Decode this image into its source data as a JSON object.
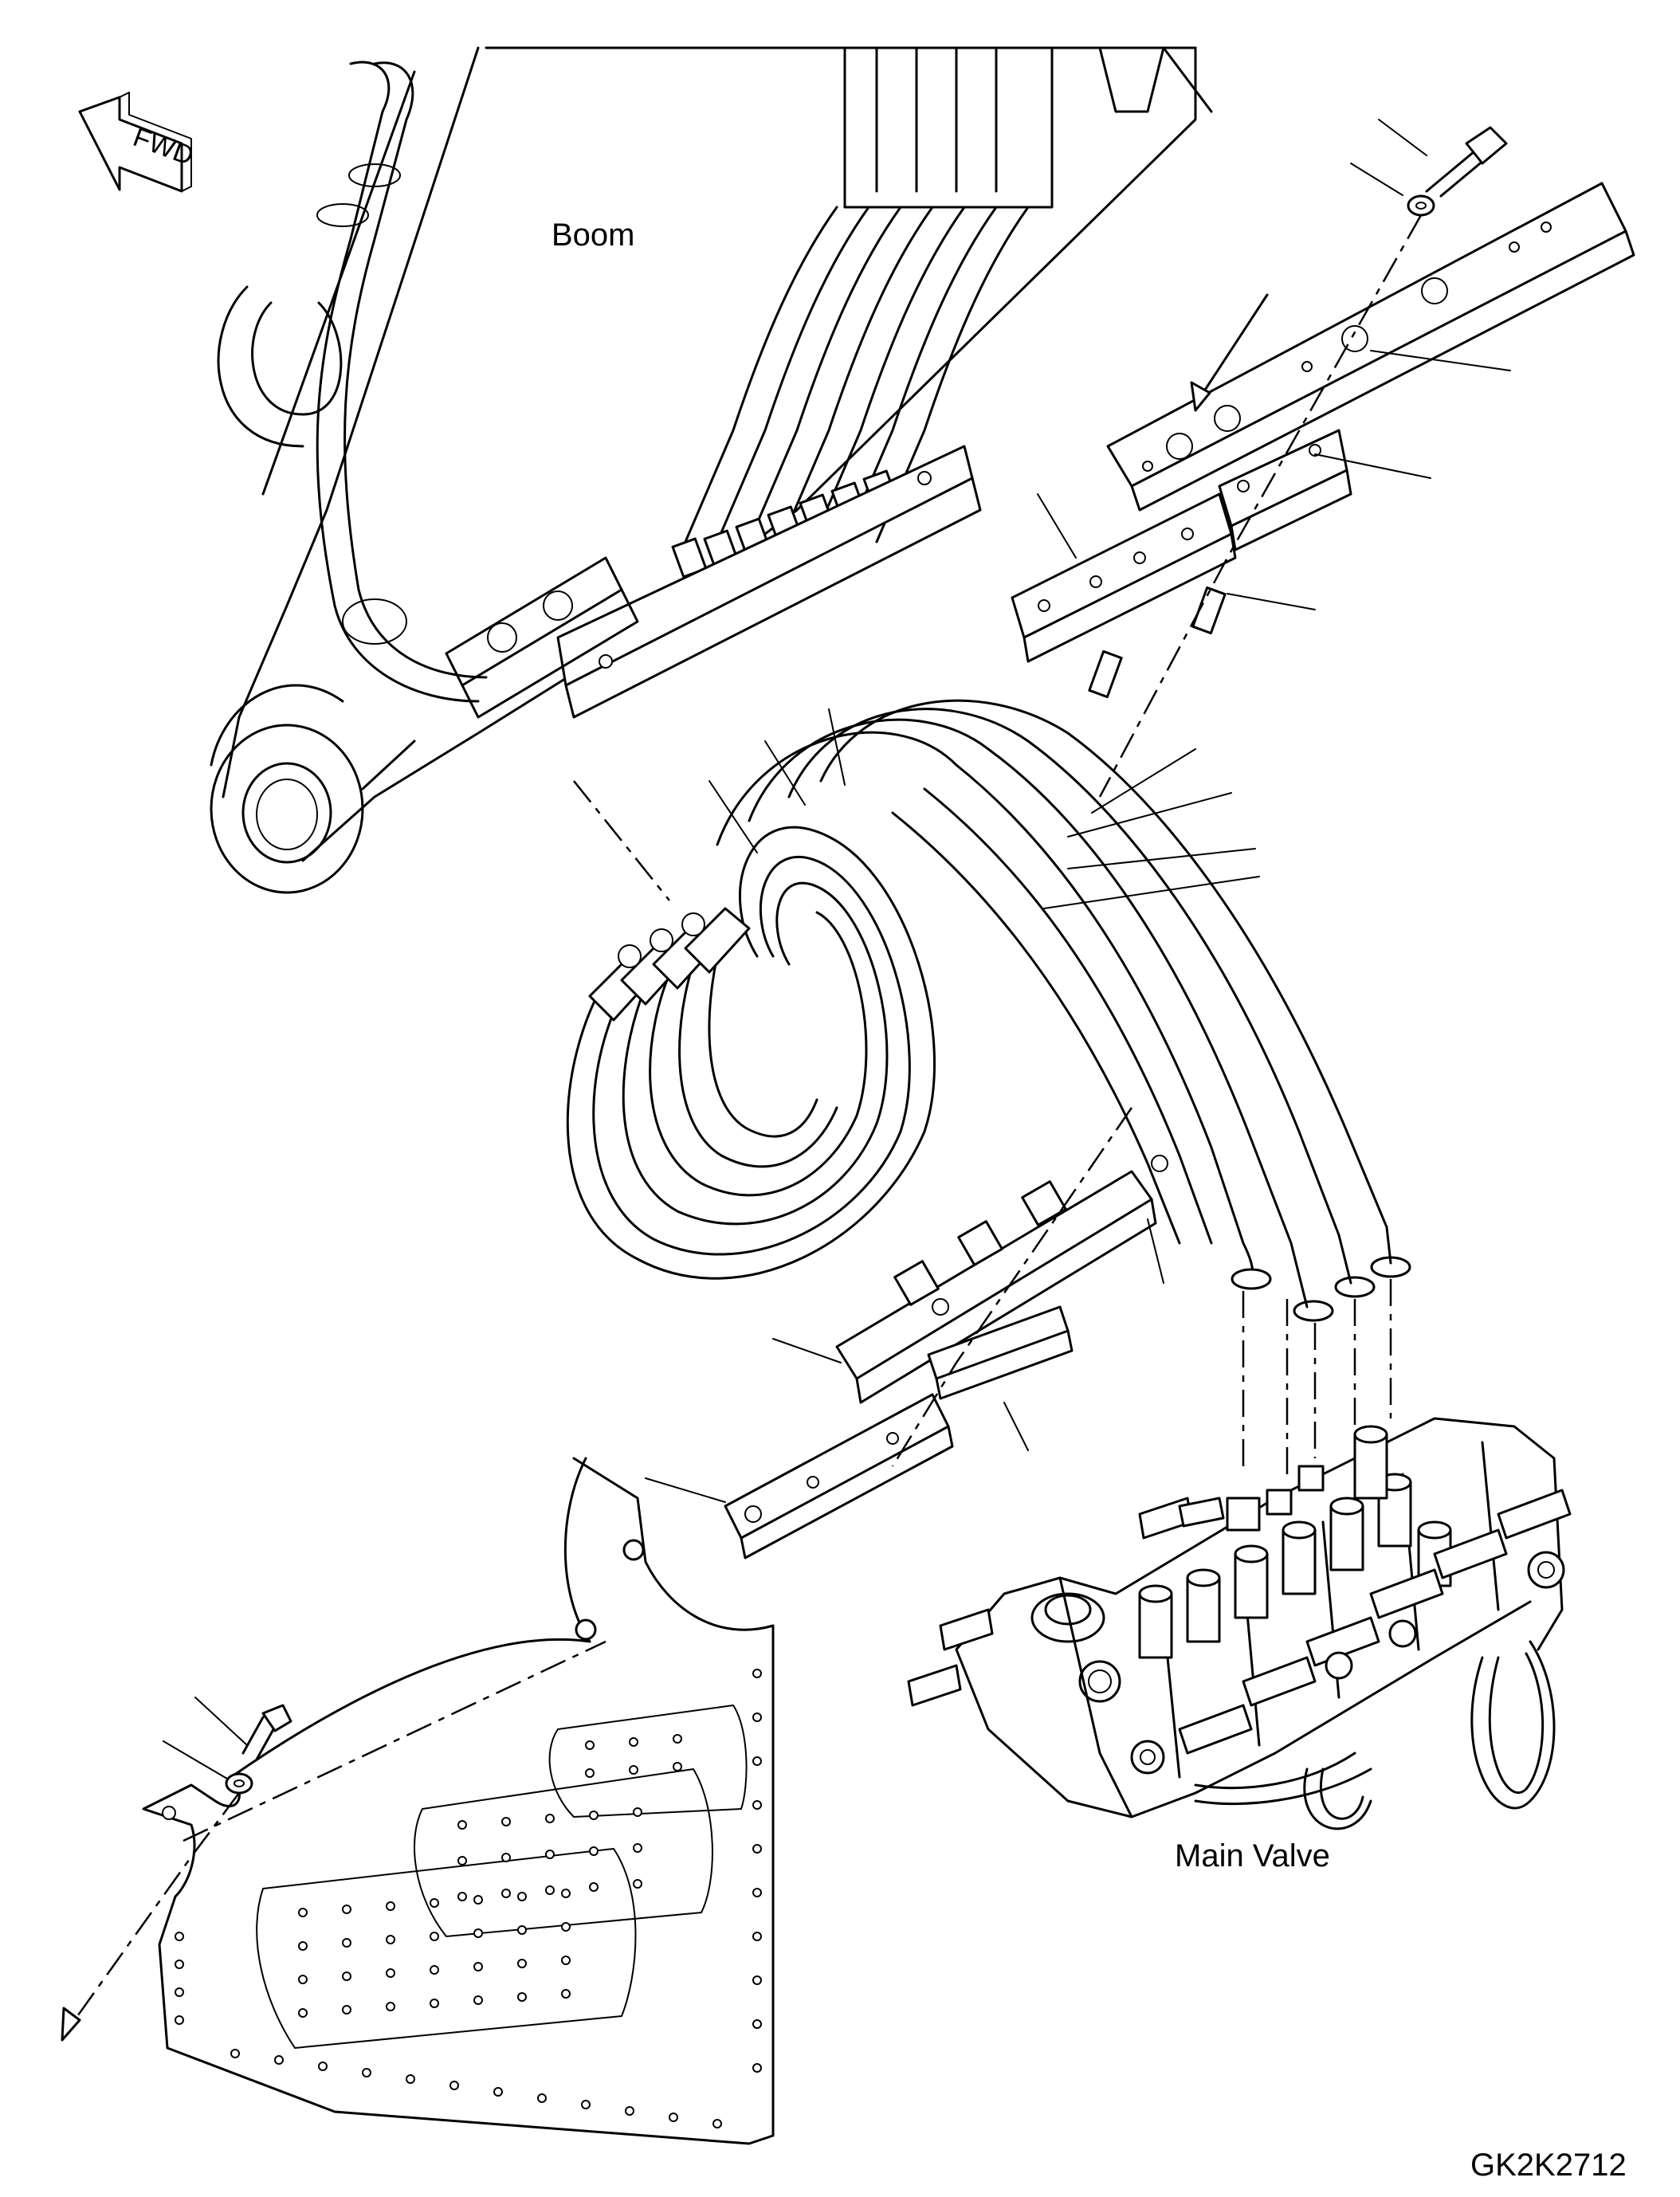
{
  "labels": {
    "boom": "Boom",
    "main_valve": "Main Valve",
    "fwd": "FWD",
    "drawing_code": "GK2K2712"
  },
  "colors": {
    "ink": "#000000",
    "paper": "#ffffff"
  }
}
